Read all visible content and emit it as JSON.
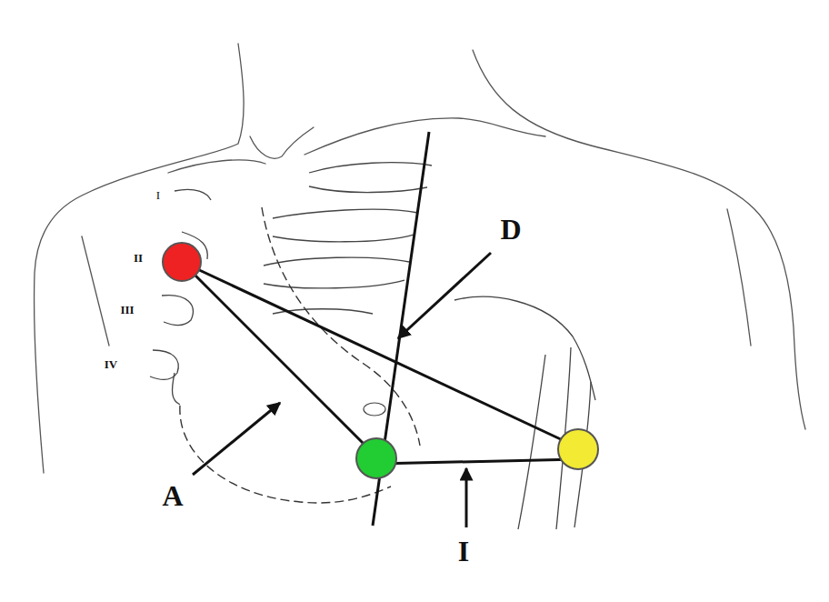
{
  "diagram": {
    "labels": [
      "I",
      "D",
      "II",
      "III",
      "IV",
      "A",
      "I"
    ]
  }
}
